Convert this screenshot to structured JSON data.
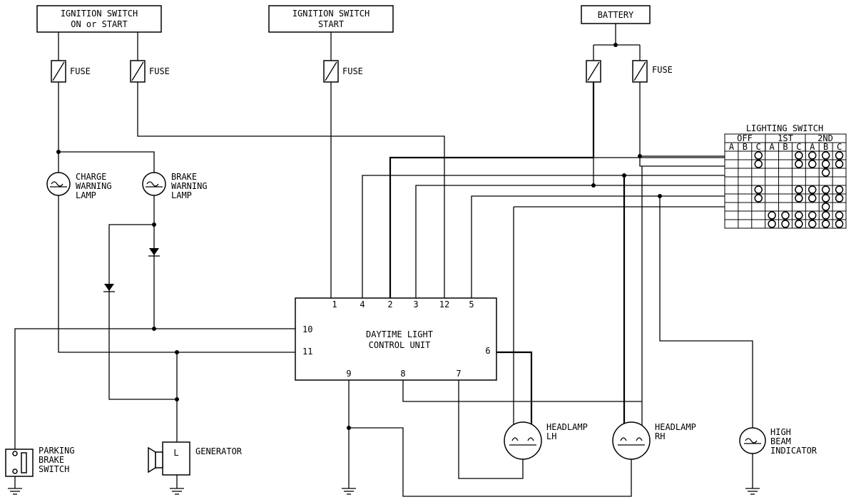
{
  "sources": {
    "ign_on_start": [
      "IGNITION SWITCH",
      "ON or START"
    ],
    "ign_start": [
      "IGNITION SWITCH",
      "START"
    ],
    "battery": "BATTERY"
  },
  "fuse_label": "FUSE",
  "lamps": {
    "charge": [
      "CHARGE",
      "WARNING",
      "LAMP"
    ],
    "brake": [
      "BRAKE",
      "WARNING",
      "LAMP"
    ],
    "headlamp_lh": [
      "HEADLAMP",
      "LH"
    ],
    "headlamp_rh": [
      "HEADLAMP",
      "RH"
    ],
    "high_beam": [
      "HIGH",
      "BEAM",
      "INDICATOR"
    ]
  },
  "parking_brake": [
    "PARKING",
    "BRAKE",
    "SWITCH"
  ],
  "generator": {
    "label": "GENERATOR",
    "terminal": "L"
  },
  "control_unit": {
    "title": [
      "DAYTIME LIGHT",
      "CONTROL UNIT"
    ],
    "pins_top": [
      "1",
      "4",
      "2",
      "3",
      "12",
      "5"
    ],
    "pins_left": [
      "10",
      "11"
    ],
    "pin_right": "6",
    "pins_bottom": [
      "9",
      "8",
      "7"
    ]
  },
  "lighting_switch": {
    "title": "LIGHTING SWITCH",
    "groups": [
      "OFF",
      "1ST",
      "2ND"
    ],
    "columns": [
      "A",
      "B",
      "C",
      "A",
      "B",
      "C",
      "A",
      "B",
      "C"
    ],
    "connections": [
      [
        0,
        0,
        1,
        0,
        0,
        1,
        1,
        1,
        1
      ],
      [
        0,
        0,
        1,
        0,
        0,
        1,
        1,
        1,
        1
      ],
      [
        0,
        0,
        0,
        0,
        0,
        0,
        0,
        1,
        0
      ],
      [
        0,
        0,
        0,
        0,
        0,
        0,
        0,
        0,
        0
      ],
      [
        0,
        0,
        1,
        0,
        0,
        1,
        1,
        1,
        1
      ],
      [
        0,
        0,
        1,
        0,
        0,
        1,
        1,
        1,
        1
      ],
      [
        0,
        0,
        0,
        0,
        0,
        0,
        0,
        1,
        0
      ],
      [
        0,
        0,
        0,
        1,
        1,
        1,
        1,
        1,
        1
      ],
      [
        0,
        0,
        0,
        1,
        1,
        1,
        1,
        1,
        1
      ]
    ]
  }
}
